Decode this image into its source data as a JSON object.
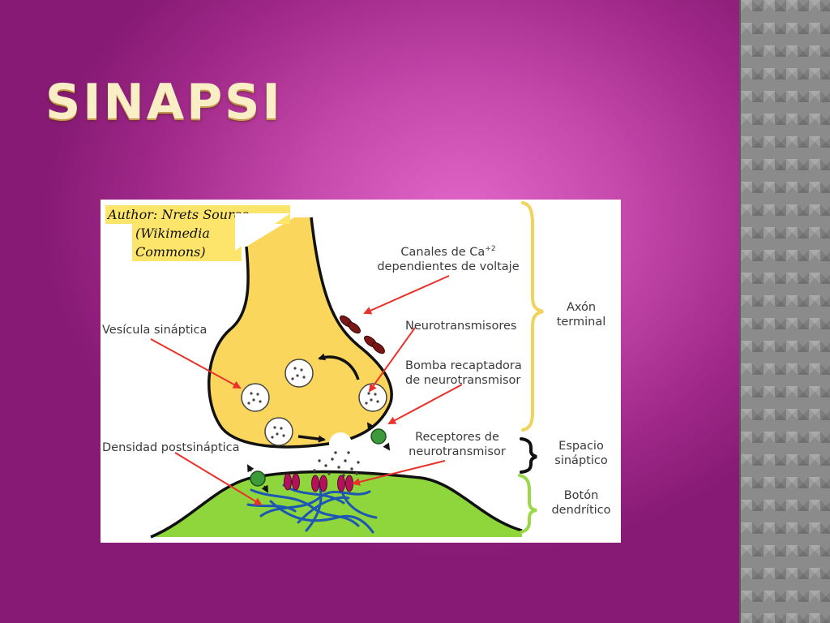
{
  "slide": {
    "title": "SINAPSI"
  },
  "credit": {
    "line1": "Author: Nrets Source",
    "line2": "(Wikimedia",
    "line3": "Commons)"
  },
  "labels": {
    "ca_channels_line1": "Canales de Ca",
    "ca_channels_sup": "+2",
    "ca_channels_line2": "dependientes de voltaje",
    "synaptic_vesicle": "Vesícula sináptica",
    "neurotransmitters": "Neurotransmisores",
    "reuptake_pump_line1": "Bomba recaptadora",
    "reuptake_pump_line2": "de neurotransmisor",
    "receptors_line1": "Receptores de",
    "receptors_line2": "neurotransmisor",
    "postsynaptic_density": "Densidad postsináptica",
    "axon_terminal_line1": "Axón",
    "axon_terminal_line2": "terminal",
    "synaptic_cleft_line1": "Espacio",
    "synaptic_cleft_line2": "sináptico",
    "dendritic_button_line1": "Botón",
    "dendritic_button_line2": "dendrítico"
  },
  "colors": {
    "axon_fill": "#fbd65c",
    "dendrite_fill": "#8ed63c",
    "ca_channel": "#7a1717",
    "receptor": "#b3125a",
    "pump": "#3c9a3a",
    "pointer_arrow": "#e8322a",
    "filament": "#1d56b5",
    "brace_axon": "#f2d35a",
    "brace_cleft": "#111111",
    "brace_dendrite": "#9ad848"
  }
}
